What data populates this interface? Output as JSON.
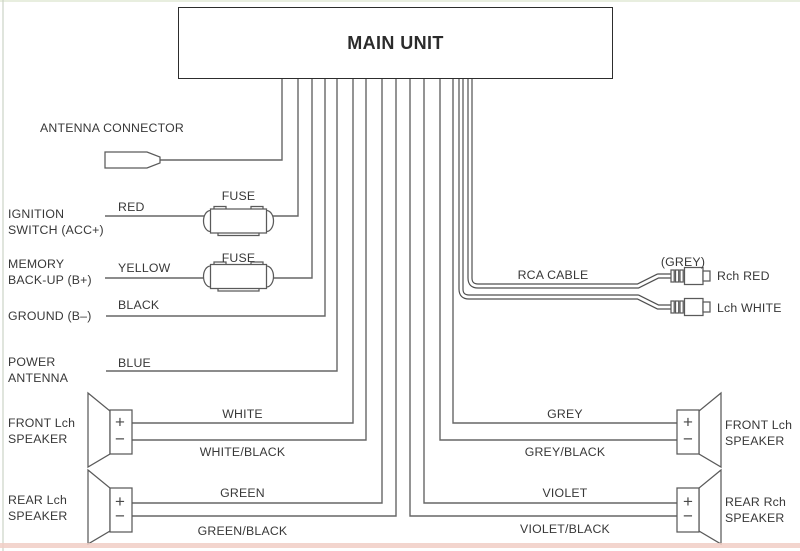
{
  "main_unit": {
    "label": "MAIN UNIT"
  },
  "antenna": {
    "label": "ANTENNA CONNECTOR"
  },
  "fuse_label": "FUSE",
  "left_column": {
    "ignition": {
      "line1": "IGNITION",
      "line2": "SWITCH (ACC+)",
      "wire": "RED"
    },
    "memory": {
      "line1": "MEMORY",
      "line2": "BACK-UP (B+)",
      "wire": "YELLOW"
    },
    "ground": {
      "line1": "GROUND (B–)",
      "wire": "BLACK"
    },
    "power_antenna": {
      "line1": "POWER",
      "line2": "ANTENNA",
      "wire": "BLUE"
    }
  },
  "speakers": {
    "front_left": {
      "line1": "FRONT Lch",
      "line2": "SPEAKER",
      "positive_wire": "WHITE",
      "negative_wire": "WHITE/BLACK"
    },
    "rear_left": {
      "line1": "REAR Lch",
      "line2": "SPEAKER",
      "positive_wire": "GREEN",
      "negative_wire": "GREEN/BLACK"
    },
    "front_right": {
      "line1": "FRONT Lch",
      "line2": "SPEAKER",
      "positive_wire": "GREY",
      "negative_wire": "GREY/BLACK"
    },
    "rear_right": {
      "line1": "REAR Rch",
      "line2": "SPEAKER",
      "positive_wire": "VIOLET",
      "negative_wire": "VIOLET/BLACK"
    }
  },
  "rca": {
    "label": "RCA CABLE",
    "jack_color_note": "(GREY)",
    "right_channel": "Rch RED",
    "left_channel": "Lch WHITE"
  },
  "symbols": {
    "plus": "+",
    "minus": "−"
  },
  "colors": {
    "line": "#666666",
    "text": "#383838",
    "bottom_band": "#f1cec5"
  }
}
